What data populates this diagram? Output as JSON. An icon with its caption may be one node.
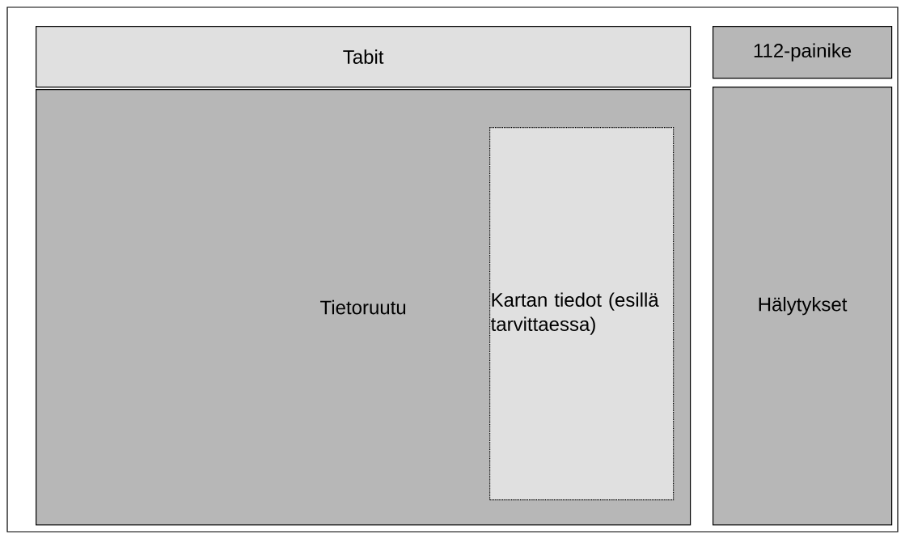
{
  "diagram": {
    "nodes": [
      {
        "text": [
          "Tabit"
        ]
      },
      {
        "text": [
          "Tietoruutu"
        ]
      },
      {
        "text": [
          "Kartan tiedot (esillä tarvittaessa)"
        ],
        "in": 1
      },
      {
        "text": [
          "112-painike"
        ]
      },
      {
        "text": [
          "Hälytykset"
        ]
      }
    ]
  }
}
